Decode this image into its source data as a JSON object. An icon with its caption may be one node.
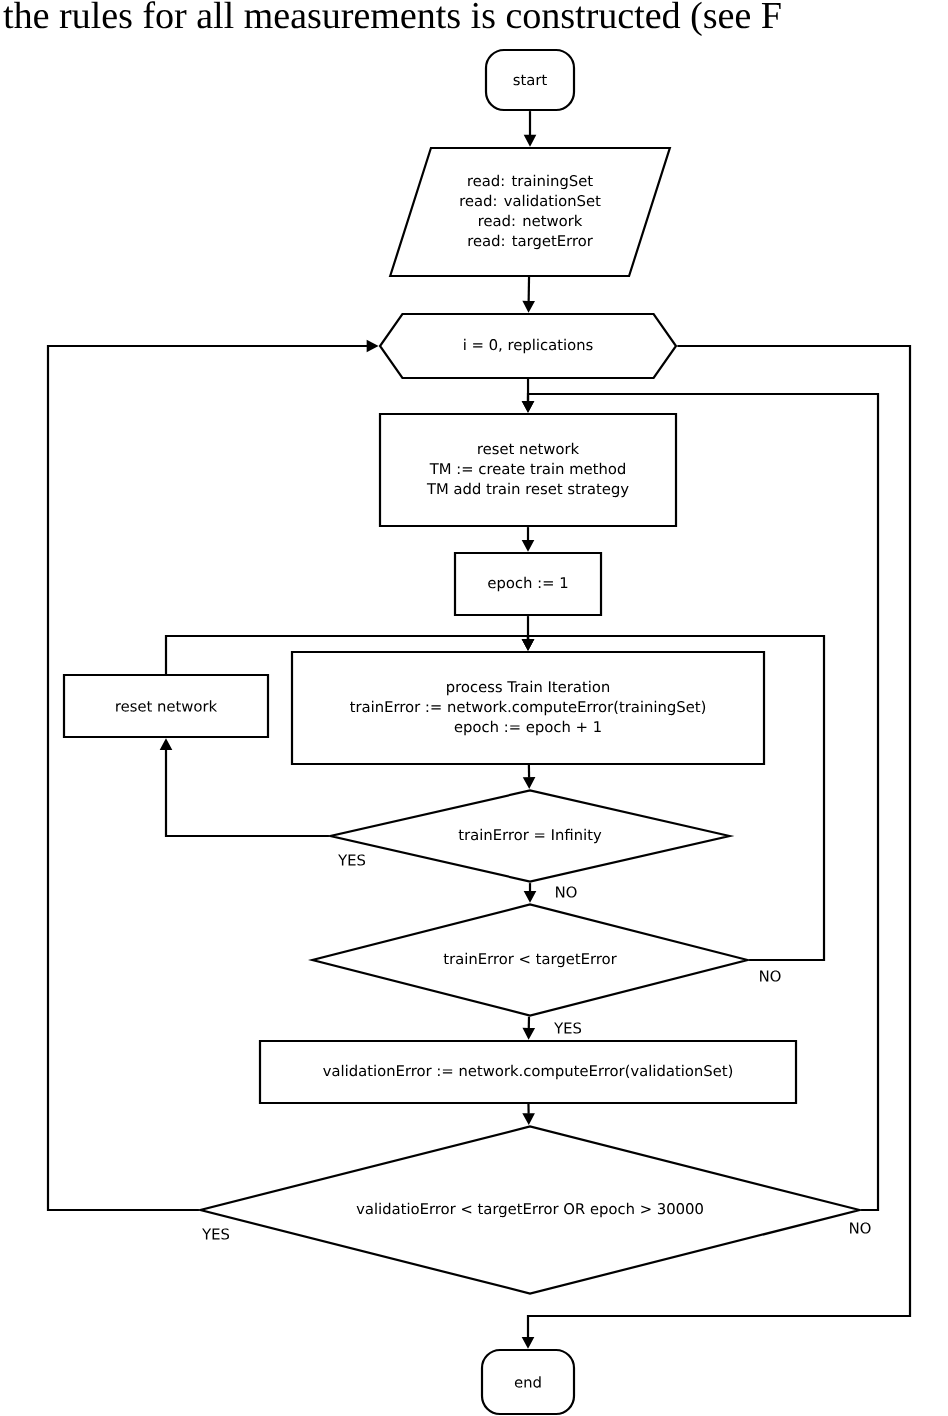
{
  "diagram": {
    "nodes": [
      {
        "text": [
          "start"
        ]
      },
      {
        "text": [
          "read: trainingSet",
          "read: validationSet",
          "read: network",
          "read: targetError"
        ]
      },
      {
        "text": [
          "i = 0, replications"
        ]
      },
      {
        "text": [
          "reset network",
          "TM := create train method",
          "TM add train reset strategy"
        ]
      },
      {
        "text": [
          "epoch := 1"
        ]
      },
      {
        "text": [
          "reset network"
        ]
      },
      {
        "text": [
          "process Train Iteration",
          "trainError := network.computeError(trainingSet)",
          "epoch := epoch + 1"
        ]
      },
      {
        "text": [
          "trainError = Infinity"
        ]
      },
      {
        "text": [
          "trainError < targetError"
        ]
      },
      {
        "text": [
          "validationError := network.computeError(validationSet)"
        ]
      },
      {
        "text": [
          "validatioError < targetError OR epoch > 30000"
        ]
      },
      {
        "text": [
          "end"
        ]
      }
    ],
    "edges": [
      {
        "from": 0,
        "to": 1,
        "arrow": "to"
      },
      {
        "from": 1,
        "to": 2,
        "arrow": "to"
      },
      {
        "from": 2,
        "to": 3,
        "arrow": "to"
      },
      {
        "from": 3,
        "to": 4,
        "arrow": "to"
      },
      {
        "from": 4,
        "to": 6,
        "arrow": "to"
      },
      {
        "from": 6,
        "to": 7,
        "arrow": "to"
      },
      {
        "from": 7,
        "to": 5,
        "arrow": "to",
        "label": "YES"
      },
      {
        "from": 5,
        "to": 6,
        "arrow": "to"
      },
      {
        "from": 7,
        "to": 8,
        "arrow": "to",
        "label": "NO"
      },
      {
        "from": 8,
        "to": 6,
        "arrow": "to",
        "label": "NO"
      },
      {
        "from": 8,
        "to": 9,
        "arrow": "to",
        "label": "YES"
      },
      {
        "from": 9,
        "to": 10,
        "arrow": "to"
      },
      {
        "from": 10,
        "to": 2,
        "arrow": "to",
        "label": "YES"
      },
      {
        "from": 10,
        "to": 3,
        "arrow": "to",
        "label": "NO"
      },
      {
        "from": 2,
        "to": 11,
        "arrow": "to"
      }
    ],
    "labels": [
      "the rules for all measurements is constructed (see F"
    ]
  }
}
